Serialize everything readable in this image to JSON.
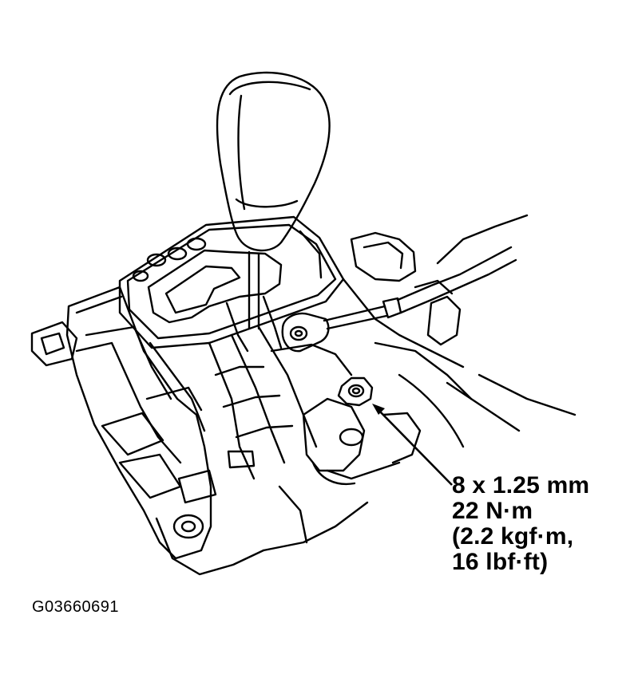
{
  "figure": {
    "figure_id": "G03660691",
    "callout_lines": [
      "8 x 1.25 mm",
      "22 N·m",
      "(2.2 kgf·m,",
      "16 lbf·ft)"
    ]
  }
}
